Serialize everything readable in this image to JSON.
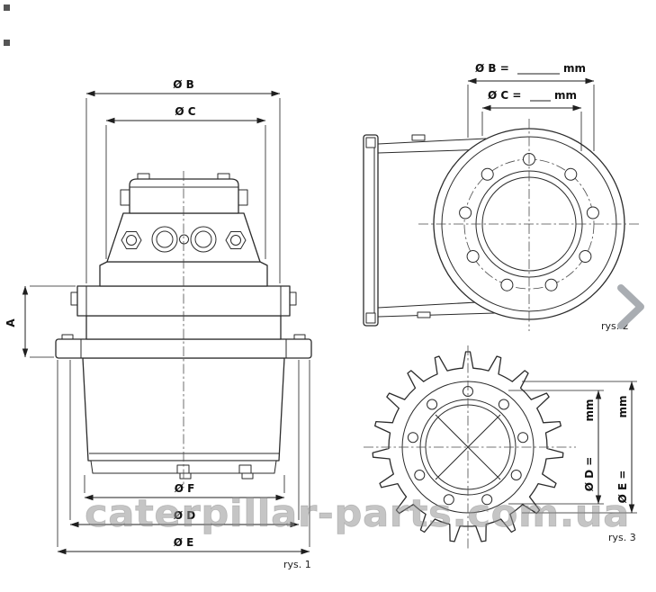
{
  "figures": {
    "fig1": {
      "caption": "rys. 1",
      "dims": {
        "b": "Ø B",
        "c": "Ø C",
        "a": "A",
        "f": "Ø F",
        "d": "Ø D",
        "e": "Ø E"
      }
    },
    "fig2": {
      "caption": "rys. 2",
      "dims": {
        "b_label": "Ø B =",
        "b_unit": "mm",
        "c_label": "Ø C =",
        "c_unit": "mm"
      }
    },
    "fig3": {
      "caption": "rys. 3",
      "dims": {
        "d_label": "Ø D =",
        "d_unit": "mm",
        "e_label": "Ø E =",
        "e_unit": "mm"
      }
    }
  },
  "watermark": "caterpillar-parts.com.ua",
  "nav": {
    "next_icon": "chevron-right"
  },
  "colors": {
    "line": "#2b2b2b",
    "watermark": "#8f8f8f",
    "chevron": "#a9adb2"
  }
}
